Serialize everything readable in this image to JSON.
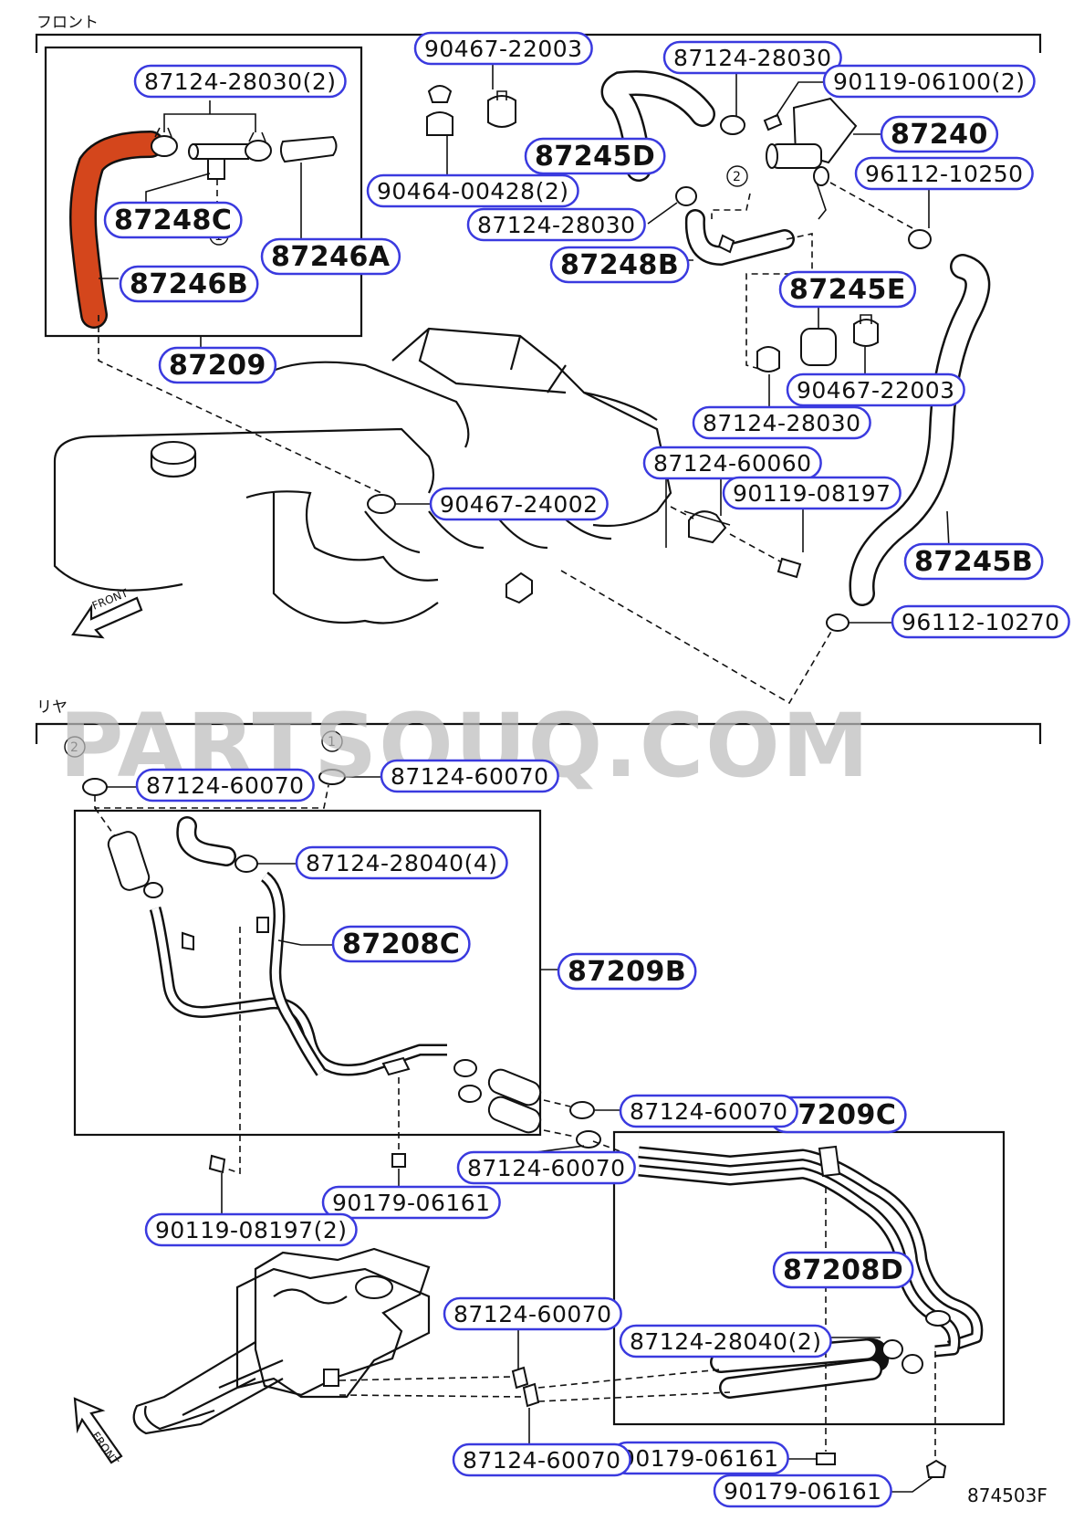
{
  "sections": {
    "front": "フロント",
    "rear": "リヤ"
  },
  "watermark": "PARTSOUQ.COM",
  "diagram_code": "874503F",
  "front_labels": [
    "FRONT",
    "FRONT"
  ],
  "circle_markers": [
    "1",
    "2"
  ],
  "accent_color": "#3a3adf",
  "highlight_color": "#d4461c",
  "callouts": [
    "87124-28030(2)",
    "90467-22003",
    "87124-28030",
    "90119-06100(2)",
    "87240",
    "87245D",
    "96112-10250",
    "90464-00428(2)",
    "87248C",
    "87246A",
    "87124-28030",
    "87248B",
    "87246B",
    "87245E",
    "87209",
    "90467-22003",
    "87124-28030",
    "87124-60060",
    "90119-08197",
    "90467-24002",
    "87245B",
    "96112-10270",
    "87124-60070",
    "87124-60070",
    "87124-28040(4)",
    "87208C",
    "87209B",
    "87209C",
    "87124-60070",
    "87124-60070",
    "90179-06161",
    "90119-08197(2)",
    "87208D",
    "87124-60070",
    "87124-28040(2)",
    "90179-06161",
    "87124-60070",
    "90179-06161"
  ]
}
